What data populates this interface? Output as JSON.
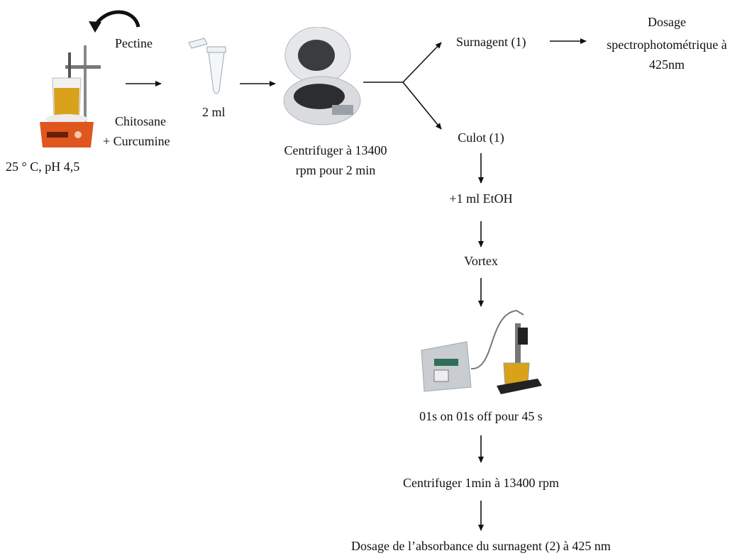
{
  "labels": {
    "pectine": "Pectine",
    "chitosane": "Chitosane",
    "curcumine": "+ Curcumine",
    "conditions": "25 ° C, pH 4,5",
    "volume": "2 ml",
    "centrifuge_line1": "Centrifuger à  13400",
    "centrifuge_line2": "rpm pour 2 min",
    "surnagent": "Surnagent (1)",
    "dosage_line1": "Dosage",
    "dosage_line2": "spectrophotométrique  à",
    "dosage_line3": "425nm",
    "culot": "Culot (1)",
    "etoh": "+1 ml EtOH",
    "vortex": "Vortex",
    "sonication": "01s on 01s off pour 45 s",
    "centrifuge2": "Centrifuger 1min à 13400 rpm",
    "final": "Dosage de l’absorbance du surnagent (2) à 425 nm"
  },
  "colors": {
    "liquid": "#d9a21a",
    "hotplate": "#e0561f",
    "device": "#c9ccd1",
    "arrow": "#111111"
  },
  "icons": [
    "stirrer-hotplate-image",
    "eppendorf-tube-image",
    "microcentrifuge-image",
    "sonicator-image",
    "curved-arrow-icon"
  ]
}
